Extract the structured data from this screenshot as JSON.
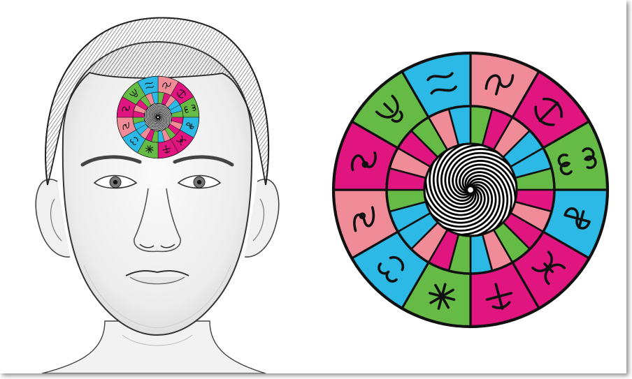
{
  "colors": {
    "pink": "#e0157f",
    "salmon": "#f08c98",
    "green": "#66bb46",
    "cyan": "#2cb9e5",
    "line": "#111111",
    "background": "#ffffff"
  },
  "outer_ring_colors": [
    "salmon",
    "pink",
    "green",
    "cyan",
    "pink",
    "pink",
    "green",
    "cyan",
    "salmon",
    "pink",
    "green",
    "cyan"
  ],
  "middle_ring_colors": [
    "green",
    "pink",
    "salmon",
    "cyan",
    "cyan",
    "green",
    "pink",
    "salmon",
    "pink",
    "green",
    "salmon",
    "cyan",
    "green",
    "pink",
    "salmon",
    "cyan",
    "cyan",
    "green",
    "pink",
    "salmon",
    "pink",
    "green",
    "salmon",
    "cyan"
  ],
  "outer_ring_symbols": [
    "stylized-glyph-icon",
    "stylized-glyph-icon",
    "stylized-glyph-icon",
    "stylized-glyph-icon",
    "stylized-glyph-icon",
    "stylized-glyph-icon",
    "asterisk-glyph-icon",
    "stylized-glyph-icon",
    "stylized-glyph-icon",
    "stylized-glyph-icon",
    "stylized-glyph-icon",
    "stylized-glyph-icon"
  ],
  "figure": {
    "subject": "face-drawing",
    "forehead_mark": "wheel-mandala",
    "center": "spiral"
  }
}
